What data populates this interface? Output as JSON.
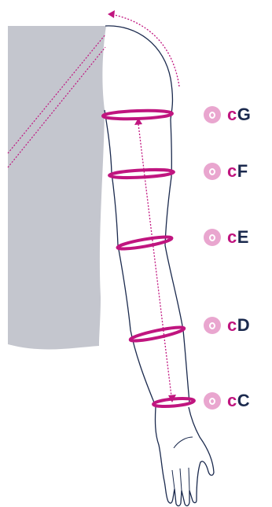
{
  "colors": {
    "torso": "#c4c6ce",
    "outline": "#1b2a4e",
    "accent": "#c0157f",
    "dot": "#e9a6cf"
  },
  "labels": [
    {
      "prefix": "c",
      "letter": "G"
    },
    {
      "prefix": "c",
      "letter": "F"
    },
    {
      "prefix": "c",
      "letter": "E"
    },
    {
      "prefix": "c",
      "letter": "D"
    },
    {
      "prefix": "c",
      "letter": "C"
    }
  ]
}
